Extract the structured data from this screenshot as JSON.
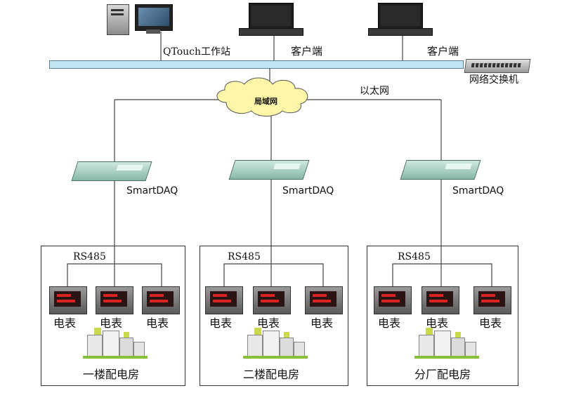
{
  "network": {
    "workstation_label": "QTouch工作站",
    "client1_label": "客户端",
    "client2_label": "客户端",
    "switch_label": "网络交换机",
    "lan_label": "局域网",
    "ethernet_label": "以太网"
  },
  "daq": [
    {
      "label": "SmartDAQ"
    },
    {
      "label": "SmartDAQ"
    },
    {
      "label": "SmartDAQ"
    }
  ],
  "rooms": [
    {
      "bus_label": "RS485",
      "meter_labels": [
        "电表",
        "电表",
        "电表"
      ],
      "room_label": "一楼配电房"
    },
    {
      "bus_label": "RS485",
      "meter_labels": [
        "电表",
        "电表",
        "电表"
      ],
      "room_label": "二楼配电房"
    },
    {
      "bus_label": "RS485",
      "meter_labels": [
        "电表",
        "电表",
        "电表"
      ],
      "room_label": "分厂配电房"
    }
  ]
}
